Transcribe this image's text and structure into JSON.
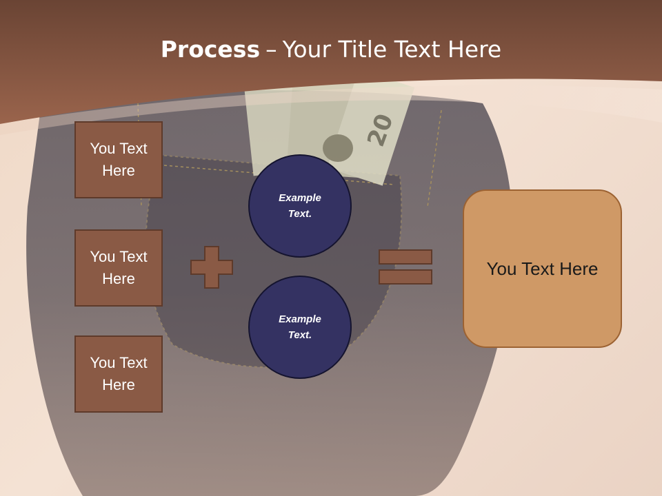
{
  "title": {
    "bold": "Process",
    "separator": "–",
    "rest": "Your Title Text Here"
  },
  "inputs": [
    {
      "label": "You Text Here"
    },
    {
      "label": "You Text Here"
    },
    {
      "label": "You Text Here"
    }
  ],
  "circles": [
    {
      "label": "Example Text."
    },
    {
      "label": "Example Text."
    }
  ],
  "result": {
    "label": "You Text Here"
  },
  "background_photo": {
    "money_note": "20"
  },
  "colors": {
    "header_brown": "#7e5038",
    "box_brown": "#8a5a45",
    "circle_navy": "#343262",
    "result_tan": "#cf9966",
    "background_peach": "#f2dccd"
  }
}
